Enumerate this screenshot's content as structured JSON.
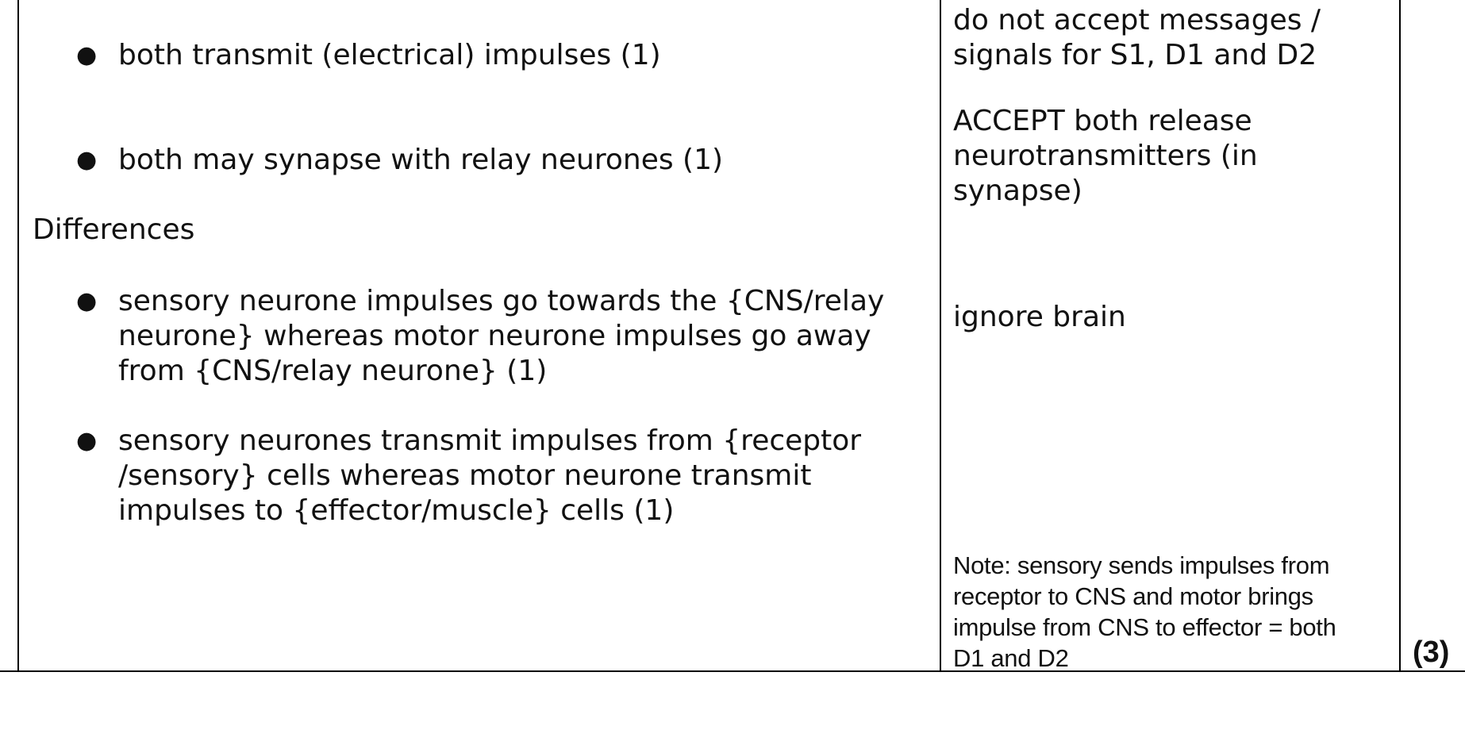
{
  "answer": {
    "similarities_bullets": [
      "both transmit (electrical) impulses (1)",
      "both may synapse with relay neurones (1)"
    ],
    "differences_heading": "Differences",
    "difference_1": [
      "sensory neurone impulses go towards the {CNS/relay",
      "neurone} whereas motor neurone impulses go away",
      "from {CNS/relay neurone} (1)"
    ],
    "difference_2": [
      "sensory neurones transmit impulses from {receptor",
      "/sensory} cells whereas motor neurone transmit",
      "impulses to {effector/muscle} cells (1)"
    ]
  },
  "guidance": {
    "reject_note": [
      "do not accept messages /",
      "signals for S1, D1 and D2"
    ],
    "accept_note": [
      "ACCEPT both release",
      "neurotransmitters (in",
      "synapse)"
    ],
    "ignore_note": "ignore brain",
    "final_note": [
      "Note: sensory sends impulses from",
      "receptor to CNS and motor brings",
      "impulse from CNS to effector = both",
      "D1 and D2"
    ]
  },
  "marks": "(3)"
}
